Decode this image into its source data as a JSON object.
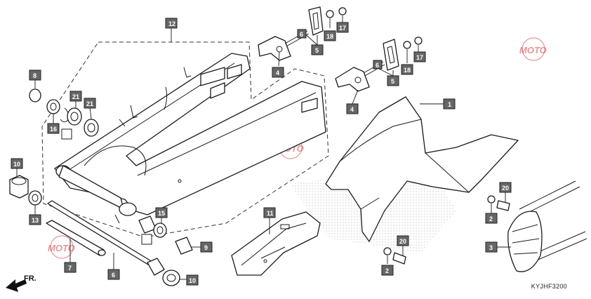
{
  "diagram": {
    "code": "KYJHF3200",
    "direction_label": "FR.",
    "watermark_text": "MOTO",
    "callouts": [
      {
        "id": "c12a",
        "label": "12"
      },
      {
        "id": "c6a",
        "label": "6"
      },
      {
        "id": "c18a",
        "label": "18"
      },
      {
        "id": "c17a",
        "label": "17"
      },
      {
        "id": "c5a",
        "label": "5"
      },
      {
        "id": "c4a",
        "label": "4"
      },
      {
        "id": "c6b",
        "label": "6"
      },
      {
        "id": "c18b",
        "label": "18"
      },
      {
        "id": "c17b",
        "label": "17"
      },
      {
        "id": "c5b",
        "label": "5"
      },
      {
        "id": "c4b",
        "label": "4"
      },
      {
        "id": "c8",
        "label": "8"
      },
      {
        "id": "c21a",
        "label": "21"
      },
      {
        "id": "c21b",
        "label": "21"
      },
      {
        "id": "c16",
        "label": "16"
      },
      {
        "id": "c1",
        "label": "1"
      },
      {
        "id": "c10a",
        "label": "10"
      },
      {
        "id": "c13",
        "label": "13"
      },
      {
        "id": "c20a",
        "label": "20"
      },
      {
        "id": "c2a",
        "label": "2"
      },
      {
        "id": "c15",
        "label": "15"
      },
      {
        "id": "c11",
        "label": "11"
      },
      {
        "id": "c9",
        "label": "9"
      },
      {
        "id": "c20b",
        "label": "20"
      },
      {
        "id": "c3",
        "label": "3"
      },
      {
        "id": "c7",
        "label": "7"
      },
      {
        "id": "c6c",
        "label": "6"
      },
      {
        "id": "c2b",
        "label": "2"
      },
      {
        "id": "c10b",
        "label": "10"
      }
    ]
  }
}
